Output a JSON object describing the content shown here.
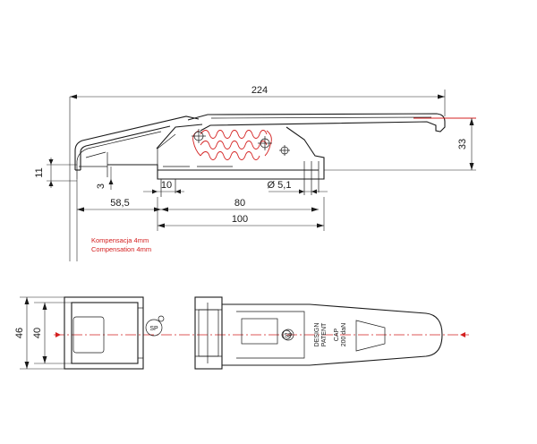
{
  "dimensions": {
    "overall_length": "224",
    "height_right": "33",
    "hook_height": "11",
    "hook_gap": "3",
    "offset_10": "10",
    "hole_diameter": "Ø 5,1",
    "hole_spacing": "80",
    "reach": "58,5",
    "base_length": "100",
    "width_outer": "46",
    "width_inner": "40"
  },
  "notes": {
    "compensation_pl": "Kompensacja 4mm",
    "compensation_en": "Compensation 4mm"
  },
  "markings": {
    "design_line1": "DESIGN",
    "design_line2": "PATENT",
    "cap_line1": "CAP",
    "cap_line2": "200 daN"
  },
  "colors": {
    "outline": "#1a1a1a",
    "spring": "#d42020",
    "centerline": "#d42020"
  }
}
